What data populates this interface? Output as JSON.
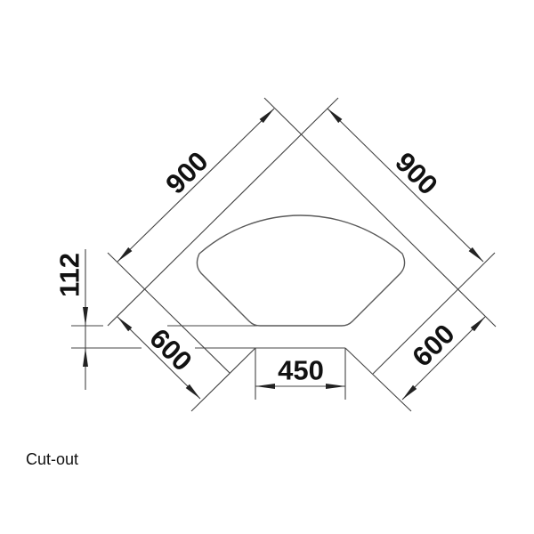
{
  "drawing": {
    "dimensions": {
      "top_left_edge": "900",
      "top_right_edge": "900",
      "lower_left_edge": "600",
      "lower_right_edge": "600",
      "front_width": "450",
      "front_depth": "112"
    },
    "colors": {
      "lines": "#444444",
      "bowl_outline": "#5a5a5a",
      "text": "#111111"
    },
    "caption": "Cut-out"
  }
}
